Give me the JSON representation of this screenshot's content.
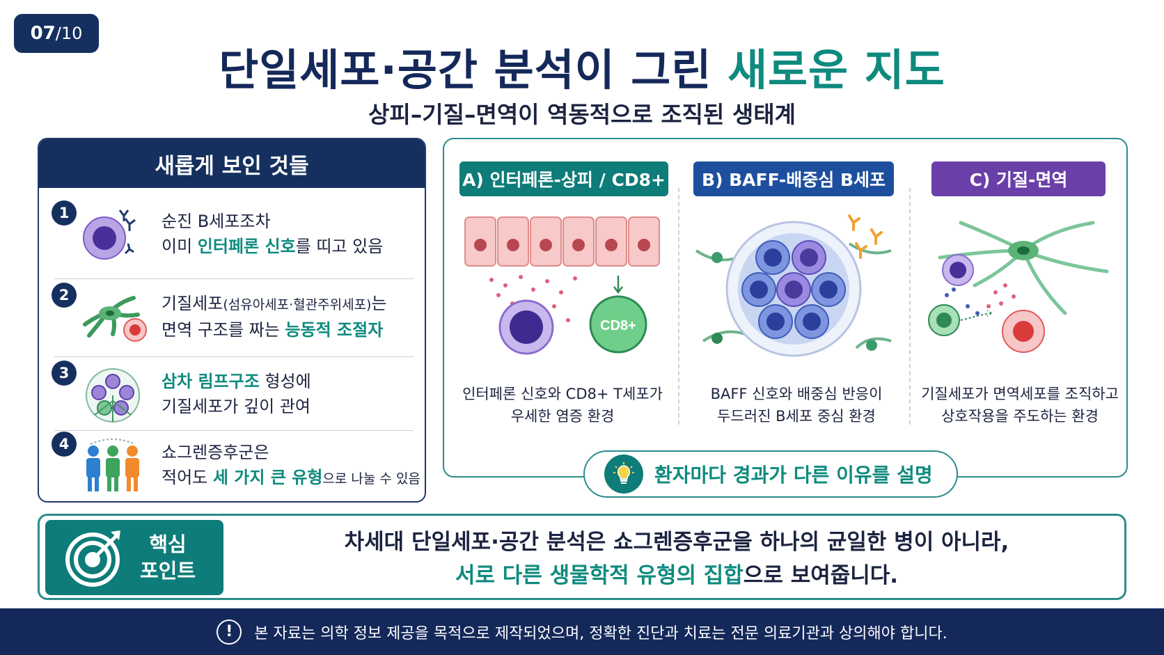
{
  "page": {
    "current": "07",
    "total": "/10"
  },
  "title": {
    "main": "단일세포·공간 분석이 그린 ",
    "accent": "새로운 지도"
  },
  "subtitle": "상피–기질–면역이 역동적으로 조직된 생태계",
  "left": {
    "header": "새롭게 보인 것들",
    "items": [
      {
        "num": "1",
        "line1": "순진 B세포조차",
        "line2_pre": "이미 ",
        "line2_hl": "인터페론 신호",
        "line2_post": "를 띠고 있음"
      },
      {
        "num": "2",
        "line1_pre": "기질세포",
        "line1_small": "(섬유아세포·혈관주위세포)",
        "line1_post": "는",
        "line2_pre": "면역 구조를 짜는 ",
        "line2_hl": "능동적 조절자"
      },
      {
        "num": "3",
        "line1_hl": "삼차 림프구조",
        "line1_post": " 형성에",
        "line2": "기질세포가 깊이 관여"
      },
      {
        "num": "4",
        "line1": "쇼그렌증후군은",
        "line2_pre": "적어도 ",
        "line2_hl": "세 가지 큰 유형",
        "line2_post": "으로 나눌 수 있음"
      }
    ]
  },
  "columns": [
    {
      "tag": "A) 인터페론-상피 / CD8+",
      "color": "#0e7c78",
      "cap1": "인터페론 신호와 CD8+ T세포가",
      "cap2": "우세한 염증 환경",
      "cell_label": "CD8+"
    },
    {
      "tag": "B) BAFF-배중심 B세포",
      "color": "#1d4f9e",
      "cap1": "BAFF 신호와 배중심 반응이",
      "cap2": "두드러진 B세포 중심 환경"
    },
    {
      "tag": "C) 기질-면역",
      "color": "#6a3fa8",
      "cap1": "기질세포가 면역세포를 조직하고",
      "cap2": "상호작용을 주도하는 환경"
    }
  ],
  "explain": "환자마다 경과가 다른 이유를 설명",
  "key": {
    "tag1": "핵심",
    "tag2": "포인트",
    "line1": "차세대 단일세포·공간 분석은 쇼그렌증후군을 하나의 균일한 병이 아니라,",
    "line2_hl": "서로 다른 생물학적 유형의 집합",
    "line2_post": "으로 보여줍니다."
  },
  "footer": {
    "icon": "!",
    "text": "본 자료는 의학 정보 제공을 목적으로 제작되었으며, 정확한 진단과 치료는 전문 의료기관과 상의해야 합니다."
  },
  "icons": [
    "b-cell-icon",
    "stromal-cell-icon",
    "lymphoid-structure-icon",
    "people-icon",
    "bulb-icon",
    "target-icon",
    "warning-icon"
  ]
}
